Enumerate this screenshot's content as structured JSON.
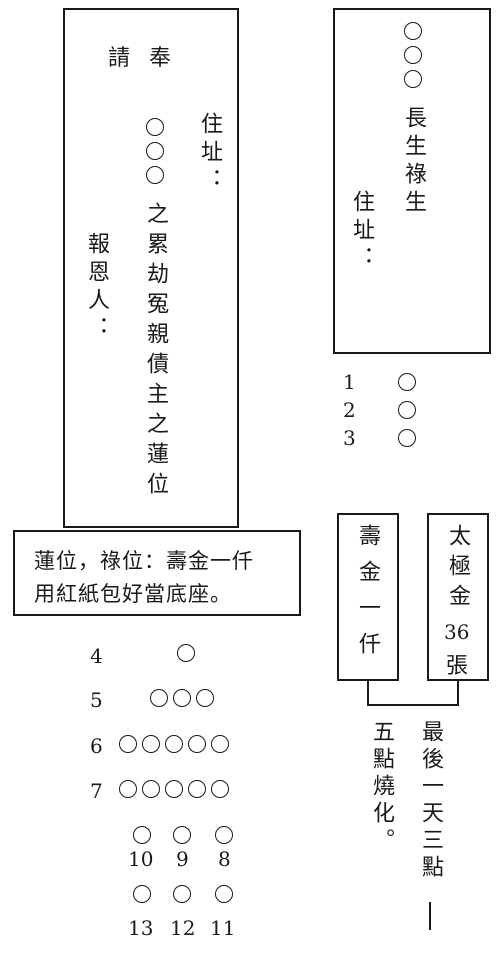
{
  "left_tablet": {
    "invite": "請 奉",
    "address_label": "住址：",
    "title": "之累劫冤親債主之蓮位",
    "reporter_label": "報恩人："
  },
  "right_tablet": {
    "title": "長生祿生",
    "address_label": "住址："
  },
  "right_list_numbers": [
    "1",
    "2",
    "3"
  ],
  "note_box": {
    "line1": "蓮位，祿位：壽金一仟",
    "line2": "用紅紙包好當底座。"
  },
  "paper_boxes": {
    "shoujin": "壽金一仟",
    "taiji_top": "太極金",
    "taiji_count": "36",
    "taiji_unit": "張"
  },
  "instructions": {
    "col1": "最後一天三點",
    "col2": "五點燒化。"
  },
  "arrangement_rows": [
    {
      "label": "4",
      "count": 1
    },
    {
      "label": "5",
      "count": 3
    },
    {
      "label": "6",
      "count": 5
    },
    {
      "label": "7",
      "count": 5
    }
  ],
  "bottom_labels_row1": [
    "10",
    "9",
    "8"
  ],
  "bottom_labels_row2": [
    "13",
    "12",
    "11"
  ]
}
